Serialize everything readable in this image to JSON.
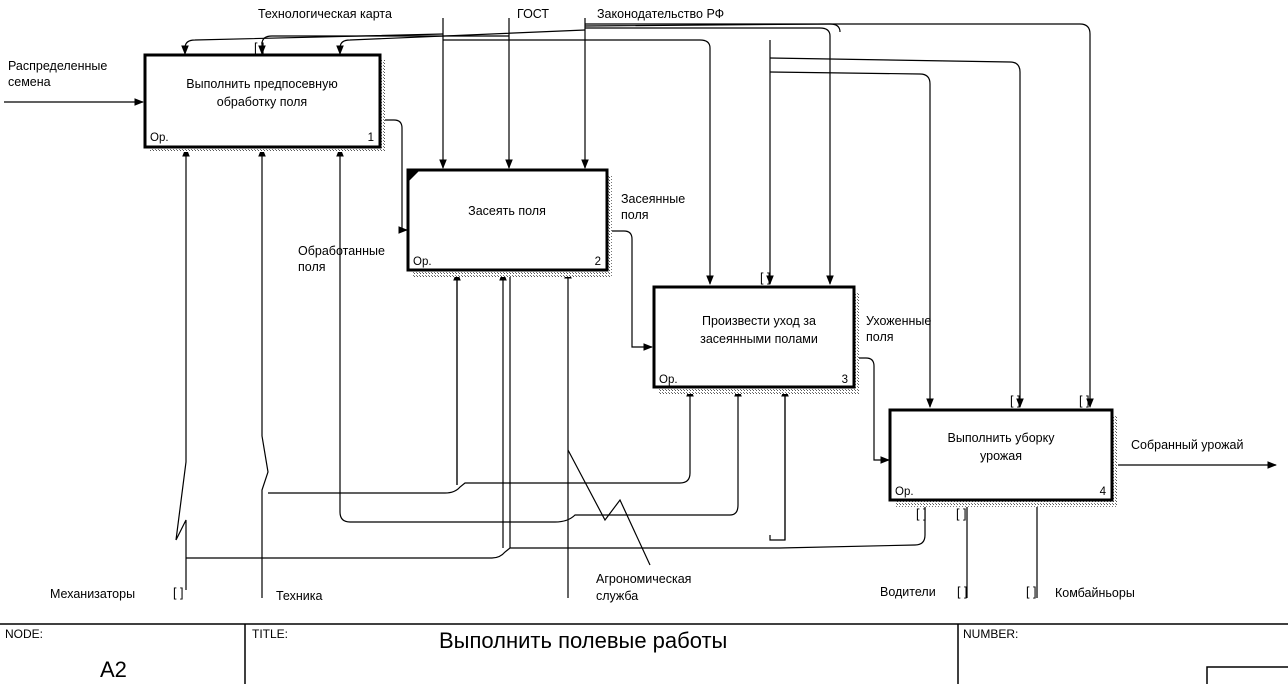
{
  "diagram": {
    "type": "IDEF0",
    "activities": [
      {
        "id": "1",
        "label_line1": "Выполнить предпосевную",
        "label_line2": "обработку поля",
        "cost": "Ор.",
        "number": "1"
      },
      {
        "id": "2",
        "label_line1": "Засеять поля",
        "label_line2": "",
        "cost": "Ор.",
        "number": "2"
      },
      {
        "id": "3",
        "label_line1": "Произвести уход за",
        "label_line2": "засеянными полами",
        "cost": "Ор.",
        "number": "3"
      },
      {
        "id": "4",
        "label_line1": "Выполнить уборку",
        "label_line2": "урожая",
        "cost": "Ор.",
        "number": "4"
      }
    ],
    "arrows": {
      "input_seeds_line1": "Распределенные",
      "input_seeds_line2": "семена",
      "control_tech_card": "Технологическая карта",
      "control_gost": "ГОСТ",
      "control_law": "Законодательство РФ",
      "out1_line1": "Обработанные",
      "out1_line2": "поля",
      "out2_line1": "Засеянные",
      "out2_line2": "поля",
      "out3_line1": "Ухоженные",
      "out3_line2": "поля",
      "output_harvest": "Собранный урожай",
      "mech_mechanizers": "Механизаторы",
      "mech_equipment": "Техника",
      "mech_agro_line1": "Агрономическая",
      "mech_agro_line2": "служба",
      "mech_drivers": "Водители",
      "mech_combine": "Комбайньоры",
      "tunnel": "[ ]"
    }
  },
  "frame": {
    "node_caption": "NODE:",
    "node_value": "A2",
    "title_caption": "TITLE:",
    "title_value": "Выполнить  полевые работы",
    "number_caption": "NUMBER:"
  }
}
